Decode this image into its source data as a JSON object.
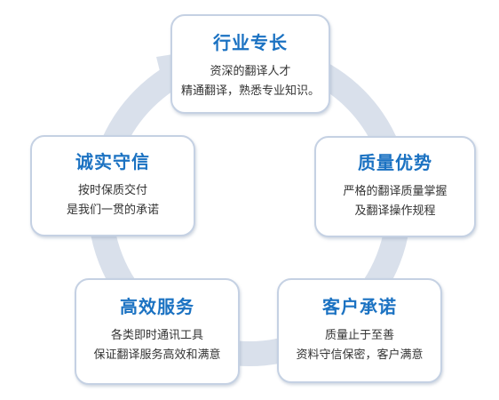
{
  "colors": {
    "title": "#1b72c2",
    "text": "#333333",
    "card_border": "#c5d1e3",
    "ring": "#d9e0eb",
    "background": "#ffffff"
  },
  "nodes": [
    {
      "title": "行业专长",
      "lines": [
        "资深的翻译人才",
        "精通翻译，熟悉专业知识。"
      ]
    },
    {
      "title": "质量优势",
      "lines": [
        "严格的翻译质量掌握",
        "及翻译操作规程"
      ]
    },
    {
      "title": "客户承诺",
      "lines": [
        "质量止于至善",
        "资料守信保密，客户满意"
      ]
    },
    {
      "title": "高效服务",
      "lines": [
        "各类即时通讯工具",
        "保证翻译服务高效和满意"
      ]
    },
    {
      "title": "诚实守信",
      "lines": [
        "按时保质交付",
        "是我们一贯的承诺"
      ]
    }
  ]
}
